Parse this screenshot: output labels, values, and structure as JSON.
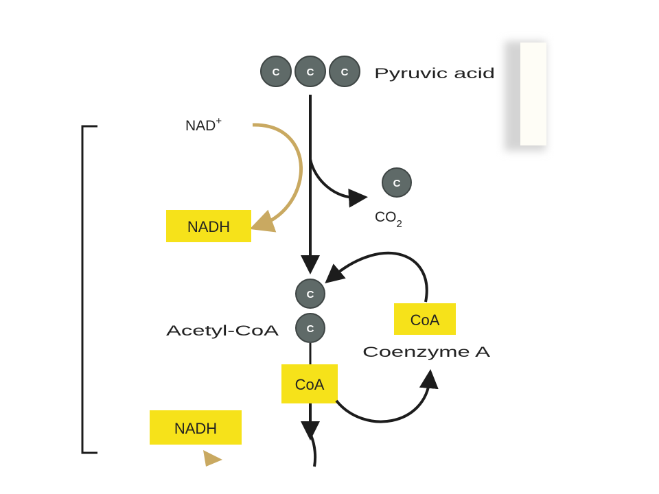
{
  "diagram": {
    "pyruvate": {
      "atoms": [
        "C",
        "C",
        "C"
      ],
      "label": "Pyruvic acid"
    },
    "nad_plus": {
      "base": "NAD",
      "superscript": "+"
    },
    "nadh_top": "NADH",
    "co2": {
      "atom": "C",
      "base": "CO",
      "subscript": "2"
    },
    "acetyl_coa": {
      "atoms": [
        "C",
        "C"
      ],
      "label": "Acetyl-CoA",
      "coa": "CoA"
    },
    "coenzyme": {
      "coa": "CoA",
      "label": "Coenzyme A"
    },
    "nadh_bottom": "NADH"
  },
  "colors": {
    "atom_fill": "#5f6a68",
    "arrow": "#1c1c1c",
    "nad_arrow": "#c9a961",
    "highlight": "#f6e21a"
  }
}
